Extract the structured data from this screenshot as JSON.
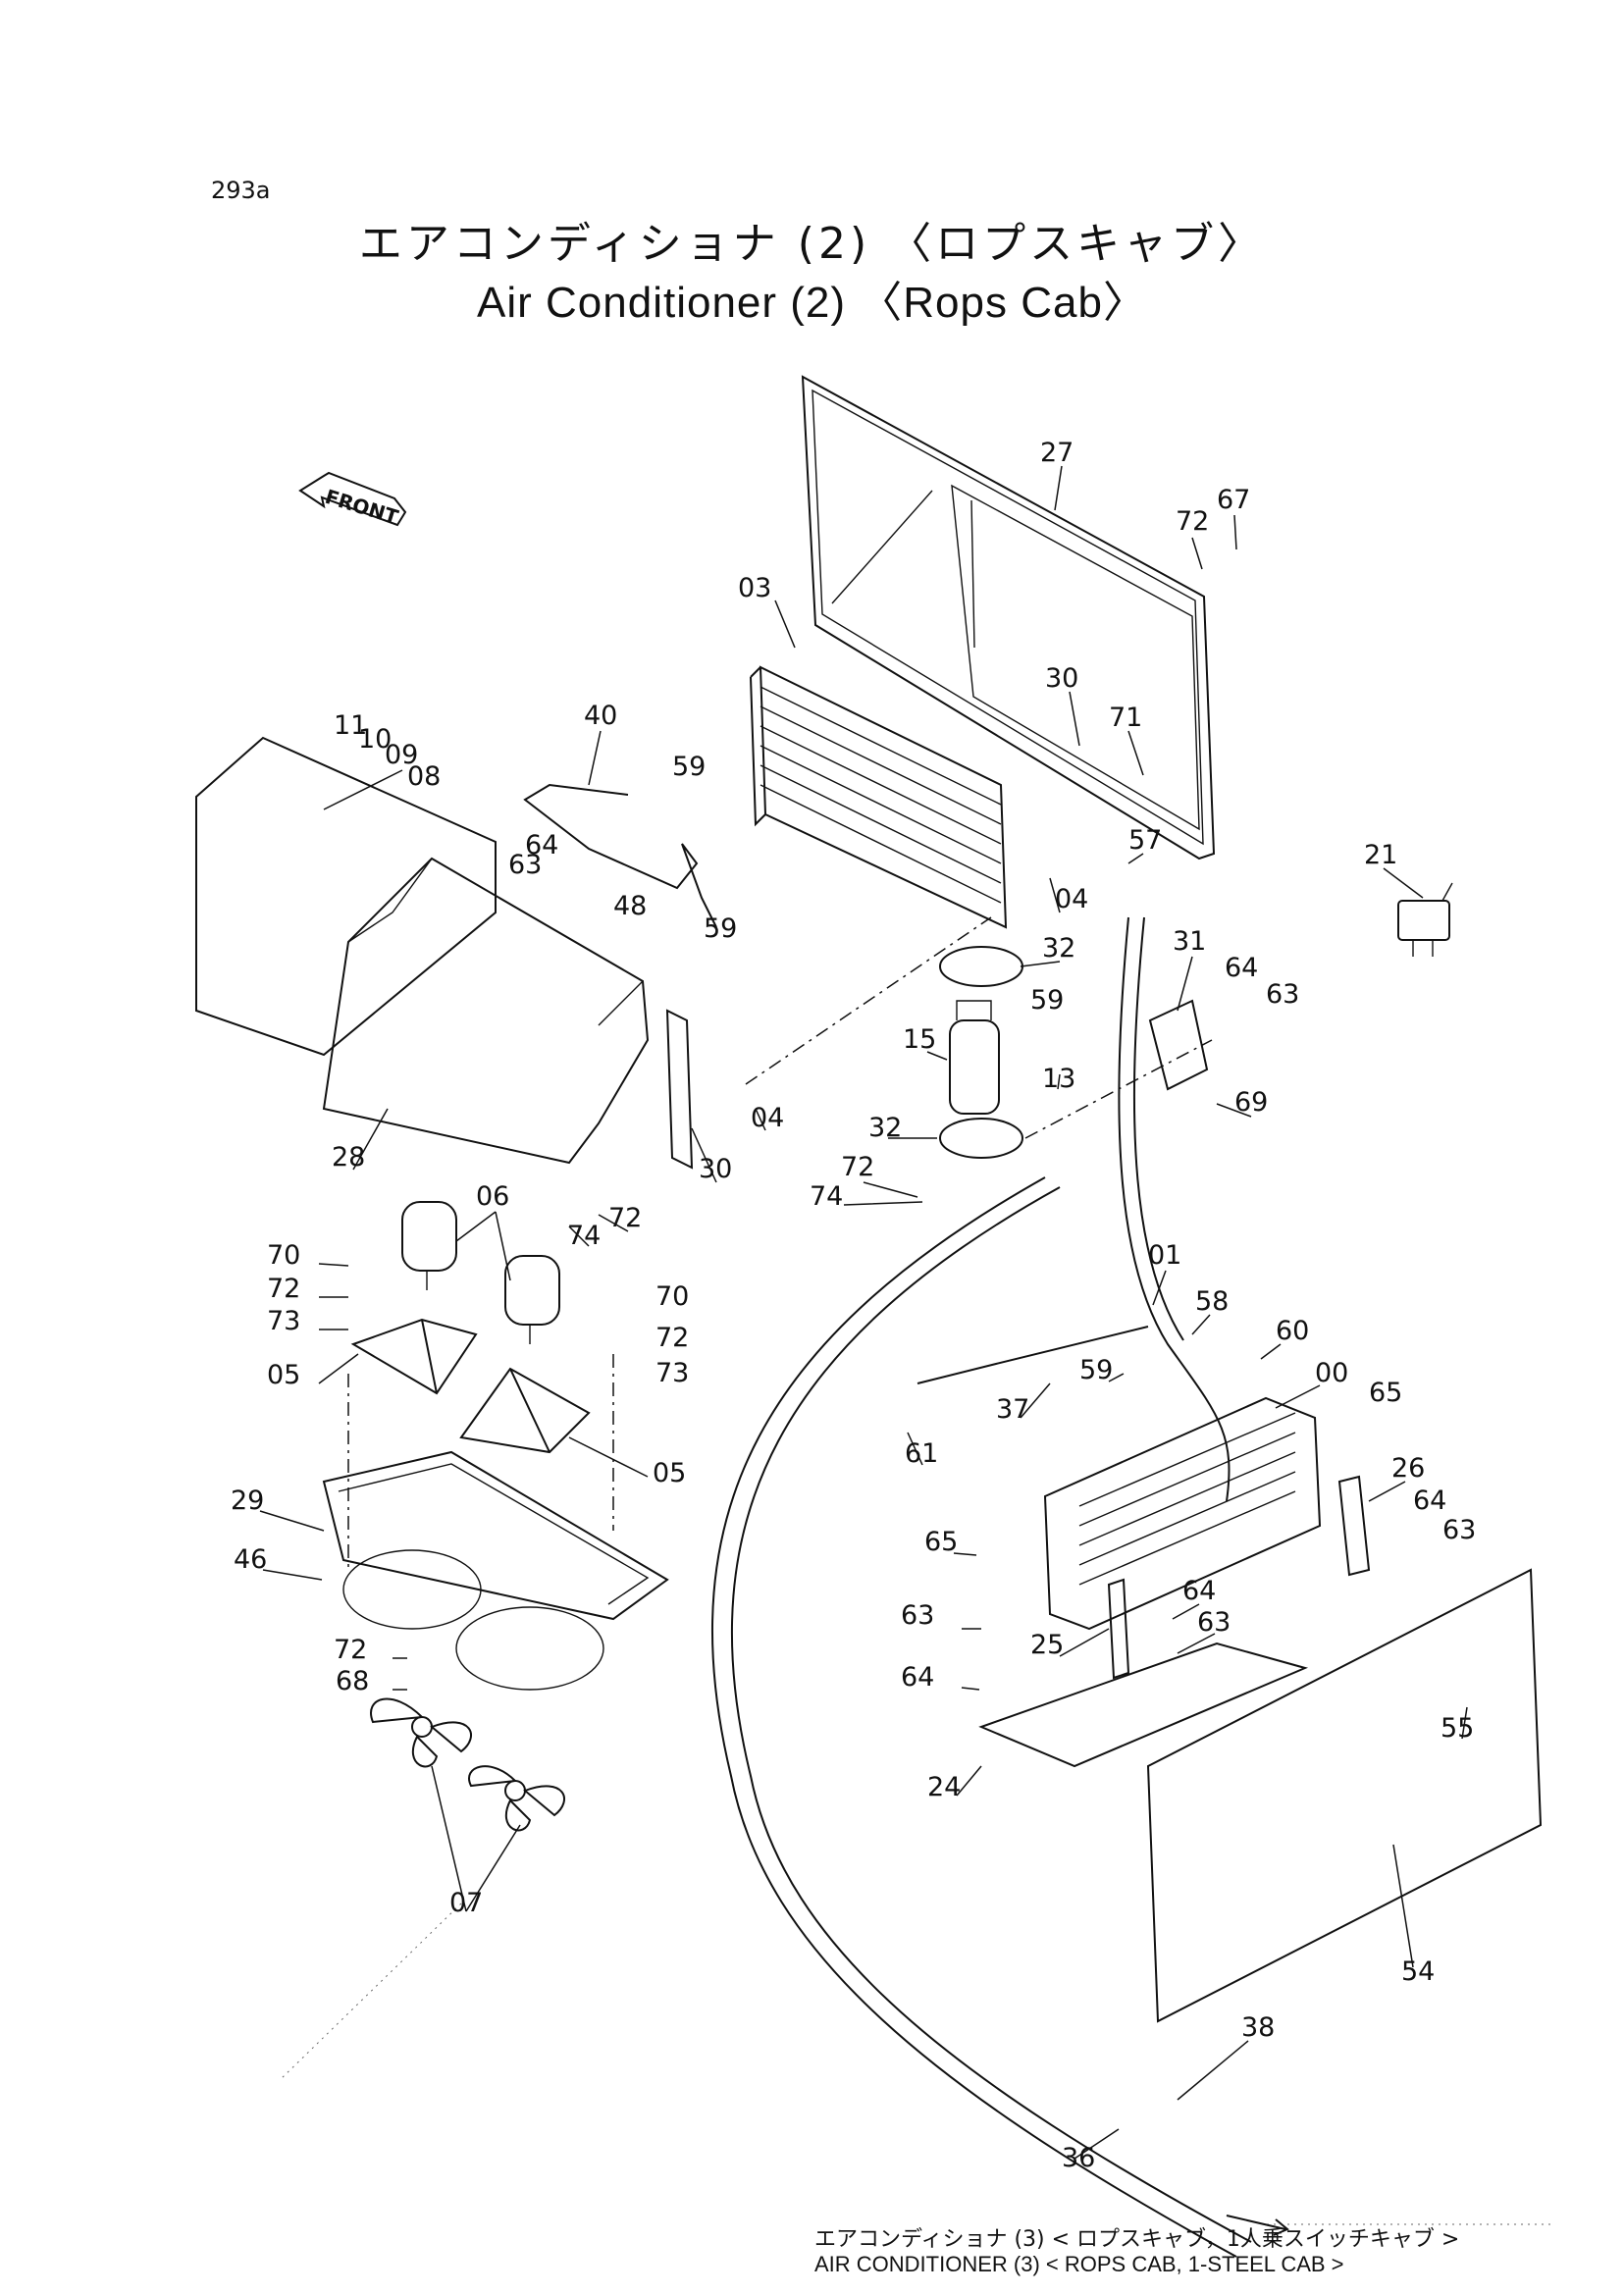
{
  "page_number": "293a",
  "title_jp": "エアコンディショナ (2) 〈ロプスキャブ〉",
  "title_en": "Air Conditioner (2) 〈Rops Cab〉",
  "front_label": "FRONT",
  "footer": {
    "line_jp": "エアコンディショナ (3) < ロプスキャブ，1人乗スイッチキャブ >",
    "line_en": "AIR CONDITIONER (3) < ROPS CAB, 1-STEEL CAB >"
  },
  "part_labels": {
    "p27": "27",
    "p72a": "72",
    "p67": "67",
    "p03": "03",
    "p30a": "30",
    "p71": "71",
    "p40": "40",
    "p11": "11",
    "p10": "10",
    "p09": "09",
    "p08": "08",
    "p59a": "59",
    "p64a": "64",
    "p63a": "63",
    "p48": "48",
    "p59b": "59",
    "p04a": "04",
    "p57": "57",
    "p21": "21",
    "p32a": "32",
    "p31": "31",
    "p64b": "64",
    "p63b": "63",
    "p59c": "59",
    "p15": "15",
    "p13": "13",
    "p69": "69",
    "p04b": "04",
    "p28": "28",
    "p30b": "30",
    "p32b": "32",
    "p72b": "72",
    "p74a": "74",
    "p74b": "74",
    "p72c": "72",
    "p06": "06",
    "p70a": "70",
    "p72d": "72",
    "p73a": "73",
    "p05a": "05",
    "p70b": "70",
    "p72e": "72",
    "p73b": "73",
    "p05b": "05",
    "p01": "01",
    "p58": "58",
    "p60": "60",
    "p00": "00",
    "p59d": "59",
    "p65a": "65",
    "p37": "37",
    "p61": "61",
    "p26": "26",
    "p64c": "64",
    "p63c": "63",
    "p29": "29",
    "p46": "46",
    "p65b": "65",
    "p64d": "64",
    "p63d": "63",
    "p63e": "63",
    "p25": "25",
    "p72f": "72",
    "p68": "68",
    "p64e": "64",
    "p55": "55",
    "p24": "24",
    "p07": "07",
    "p54": "54",
    "p38": "38",
    "p36": "36"
  }
}
